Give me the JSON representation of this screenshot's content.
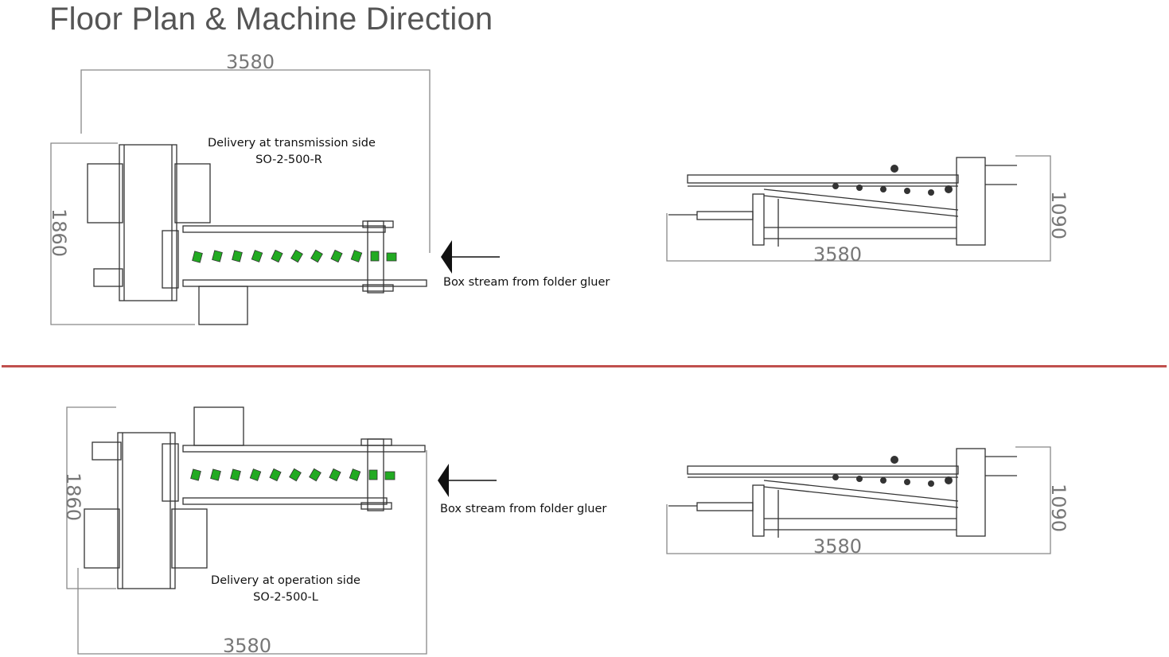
{
  "page": {
    "title": "Floor Plan & Machine Direction",
    "accent_color": "#c0504d"
  },
  "top_plan": {
    "width_dim": "3580",
    "height_dim": "1860",
    "delivery_label": "Delivery at transmission side",
    "model": "SO-2-500-R",
    "flow_label": "Box stream from folder gluer"
  },
  "top_side": {
    "length_dim": "3580",
    "height_dim": "1090"
  },
  "bottom_plan": {
    "width_dim": "3580",
    "height_dim": "1860",
    "delivery_label": "Delivery at operation side",
    "model": "SO-2-500-L",
    "flow_label": "Box stream from folder gluer"
  },
  "bottom_side": {
    "length_dim": "3580",
    "height_dim": "1090"
  },
  "colors": {
    "line": "#333333",
    "dim_line": "#888888",
    "roller": "#22aa22"
  }
}
